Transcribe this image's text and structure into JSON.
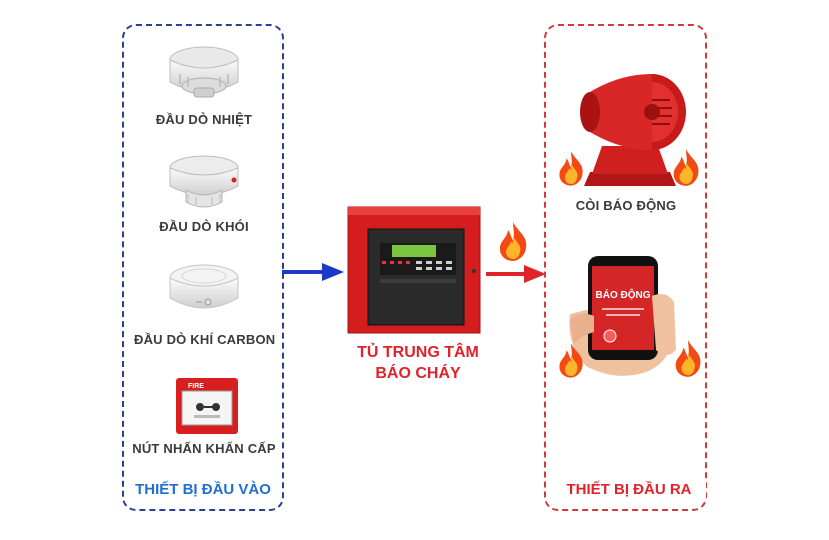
{
  "inputs": {
    "title": "THIẾT BỊ ĐẦU VÀO",
    "devices": [
      {
        "label": "ĐẦU DÒ NHIỆT",
        "icon": "heat-detector-icon"
      },
      {
        "label": "ĐẦU DÒ KHÓI",
        "icon": "smoke-detector-icon"
      },
      {
        "label": "ĐẦU DÒ KHÍ CARBON",
        "icon": "carbon-gas-detector-icon"
      },
      {
        "label": "NÚT NHẤN KHẨN CẤP",
        "icon": "emergency-button-icon"
      }
    ],
    "color": "#1f6fd1"
  },
  "center": {
    "title_line1": "TỦ TRUNG TÂM",
    "title_line2": "BÁO CHÁY",
    "icon": "fire-alarm-control-panel-icon",
    "color": "#e0222a"
  },
  "outputs": {
    "title": "THIẾT BỊ ĐẦU RA",
    "devices": [
      {
        "label": "CÒI BÁO ĐỘNG",
        "icon": "siren-icon"
      },
      {
        "label": "",
        "icon": "phone-alert-icon"
      }
    ],
    "color": "#e0222a"
  },
  "phone": {
    "screen_text": "BÁO ĐỘNG"
  },
  "button": {
    "text": "FIRE"
  },
  "colors": {
    "input_border": "#2d3f8f",
    "output_border": "#d23a3a",
    "arrow_in": "#1e37c8",
    "arrow_out": "#e0222a"
  }
}
